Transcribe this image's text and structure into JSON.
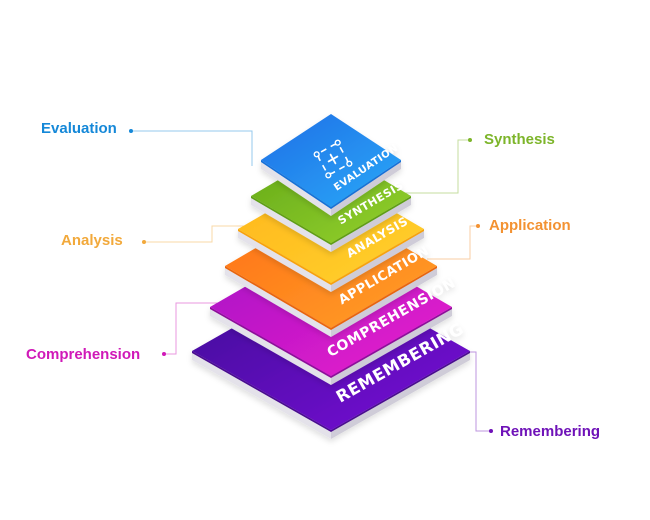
{
  "levels": [
    {
      "key": "remembering",
      "name": "Remembering",
      "tier_label": "REMEMBERING",
      "color": "#6B0AC9",
      "color_dark": "#4A0790",
      "label_color": "#6F12B8"
    },
    {
      "key": "comprehension",
      "name": "Comprehension",
      "tier_label": "COMPREHENSION",
      "color": "#D41AC9",
      "color_dark": "#8E0C9A",
      "label_color": "#D019B8"
    },
    {
      "key": "application",
      "name": "Application",
      "tier_label": "APPLICATION",
      "color": "#FF8A1F",
      "color_dark": "#E8650E",
      "label_color": "#F39232"
    },
    {
      "key": "analysis",
      "name": "Analysis",
      "tier_label": "ANALYSIS",
      "color": "#FFC21F",
      "color_dark": "#F7A20F",
      "label_color": "#F2A93B"
    },
    {
      "key": "synthesis",
      "name": "Synthesis",
      "tier_label": "SYNTHESIS",
      "color": "#7CC223",
      "color_dark": "#5E9E16",
      "label_color": "#7DB52A"
    },
    {
      "key": "evaluation",
      "name": "Evaluation",
      "tier_label": "EVALUATION",
      "color": "#1E8BF0",
      "color_dark": "#1570D8",
      "label_color": "#1588D8"
    }
  ],
  "icon": "lightbulb-idea-icon"
}
